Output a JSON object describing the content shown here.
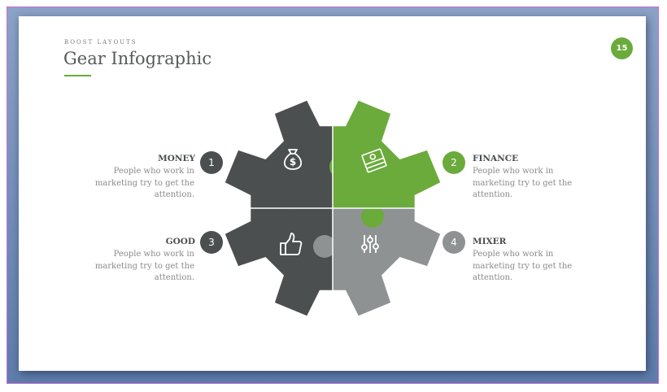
{
  "header": {
    "brand": "BOOST LAYOUTS",
    "title": "Gear Infographic",
    "page_number": "15"
  },
  "colors": {
    "dark": "#4b4f50",
    "green": "#6aab3b",
    "gray": "#8f9293",
    "frame": "#6f8cb8"
  },
  "items": [
    {
      "number": "1",
      "title": "MONEY",
      "description": "People who work in marketing try to get the attention.",
      "icon": "money-bag-icon",
      "color": "#4b4f50"
    },
    {
      "number": "2",
      "title": "FINANCE",
      "description": "People who work in marketing try to get the attention.",
      "icon": "cash-stack-icon",
      "color": "#6aab3b"
    },
    {
      "number": "3",
      "title": "GOOD",
      "description": "People who work in marketing try to get the attention.",
      "icon": "thumbs-up-icon",
      "color": "#4b4f50"
    },
    {
      "number": "4",
      "title": "MIXER",
      "description": "People who work in marketing try to get the attention.",
      "icon": "mixer-sliders-icon",
      "color": "#8f9293"
    }
  ]
}
